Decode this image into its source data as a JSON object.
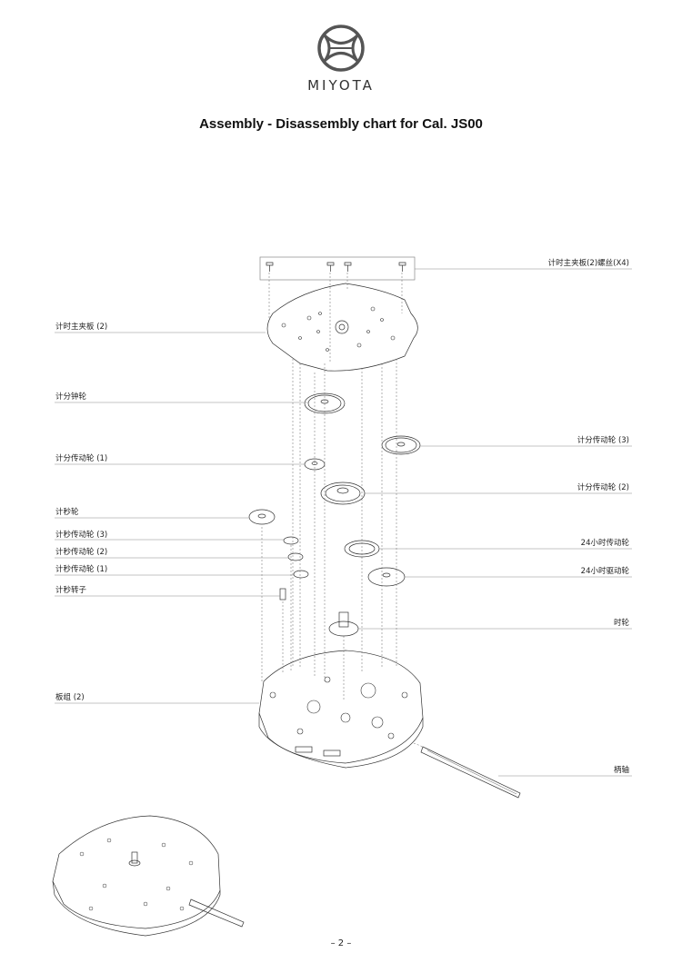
{
  "header": {
    "brand": "MIYOTA",
    "title": "Assembly - Disassembly chart for Cal. JS00"
  },
  "labels_left": [
    "计时主夹板 (2)",
    "计分钟轮",
    "计分传动轮 (1)",
    "计秒轮",
    "计秒传动轮 (3)",
    "计秒传动轮 (2)",
    "计秒传动轮 (1)",
    "计秒转子",
    "板组 (2)"
  ],
  "labels_right": [
    "计时主夹板(2)螺丝(X4)",
    "计分传动轮 (3)",
    "计分传动轮 (2)",
    "24小时传动轮",
    "24小时驱动轮",
    "时轮",
    "柄轴"
  ],
  "footer": {
    "page": "– 2 –"
  }
}
